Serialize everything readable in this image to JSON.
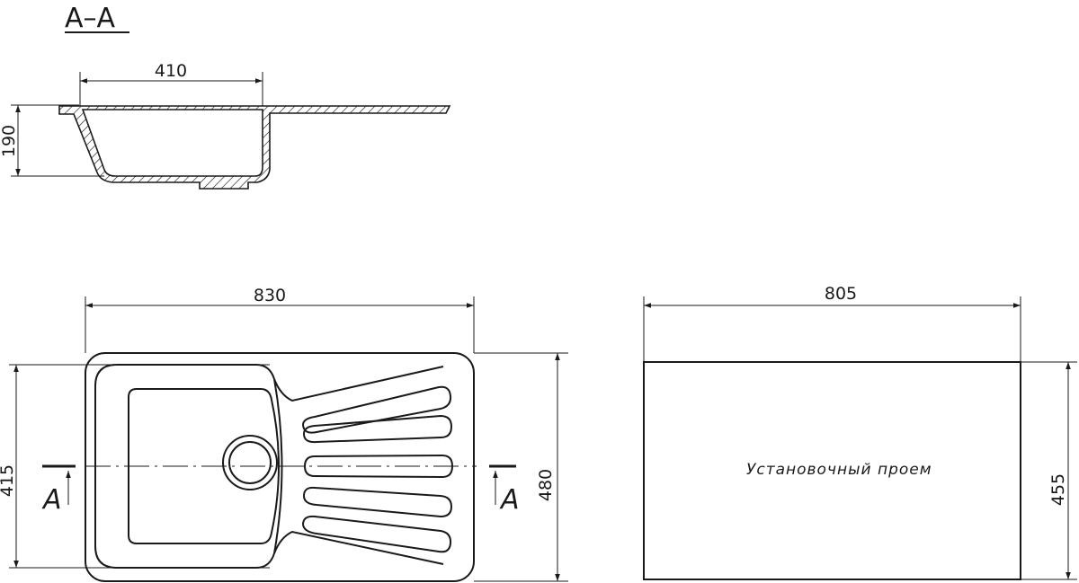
{
  "section_title": "A–A",
  "section_view": {
    "width_dim": "410",
    "depth_dim": "190"
  },
  "plan_view": {
    "length_dim": "830",
    "width_dim": "480",
    "bowl_dim": "415",
    "section_mark_left": "A",
    "section_mark_right": "A"
  },
  "cutout_view": {
    "length_dim": "805",
    "width_dim": "455",
    "label": "Установочный проем"
  },
  "colors": {
    "line": "#1a1a1a",
    "background": "#ffffff"
  }
}
